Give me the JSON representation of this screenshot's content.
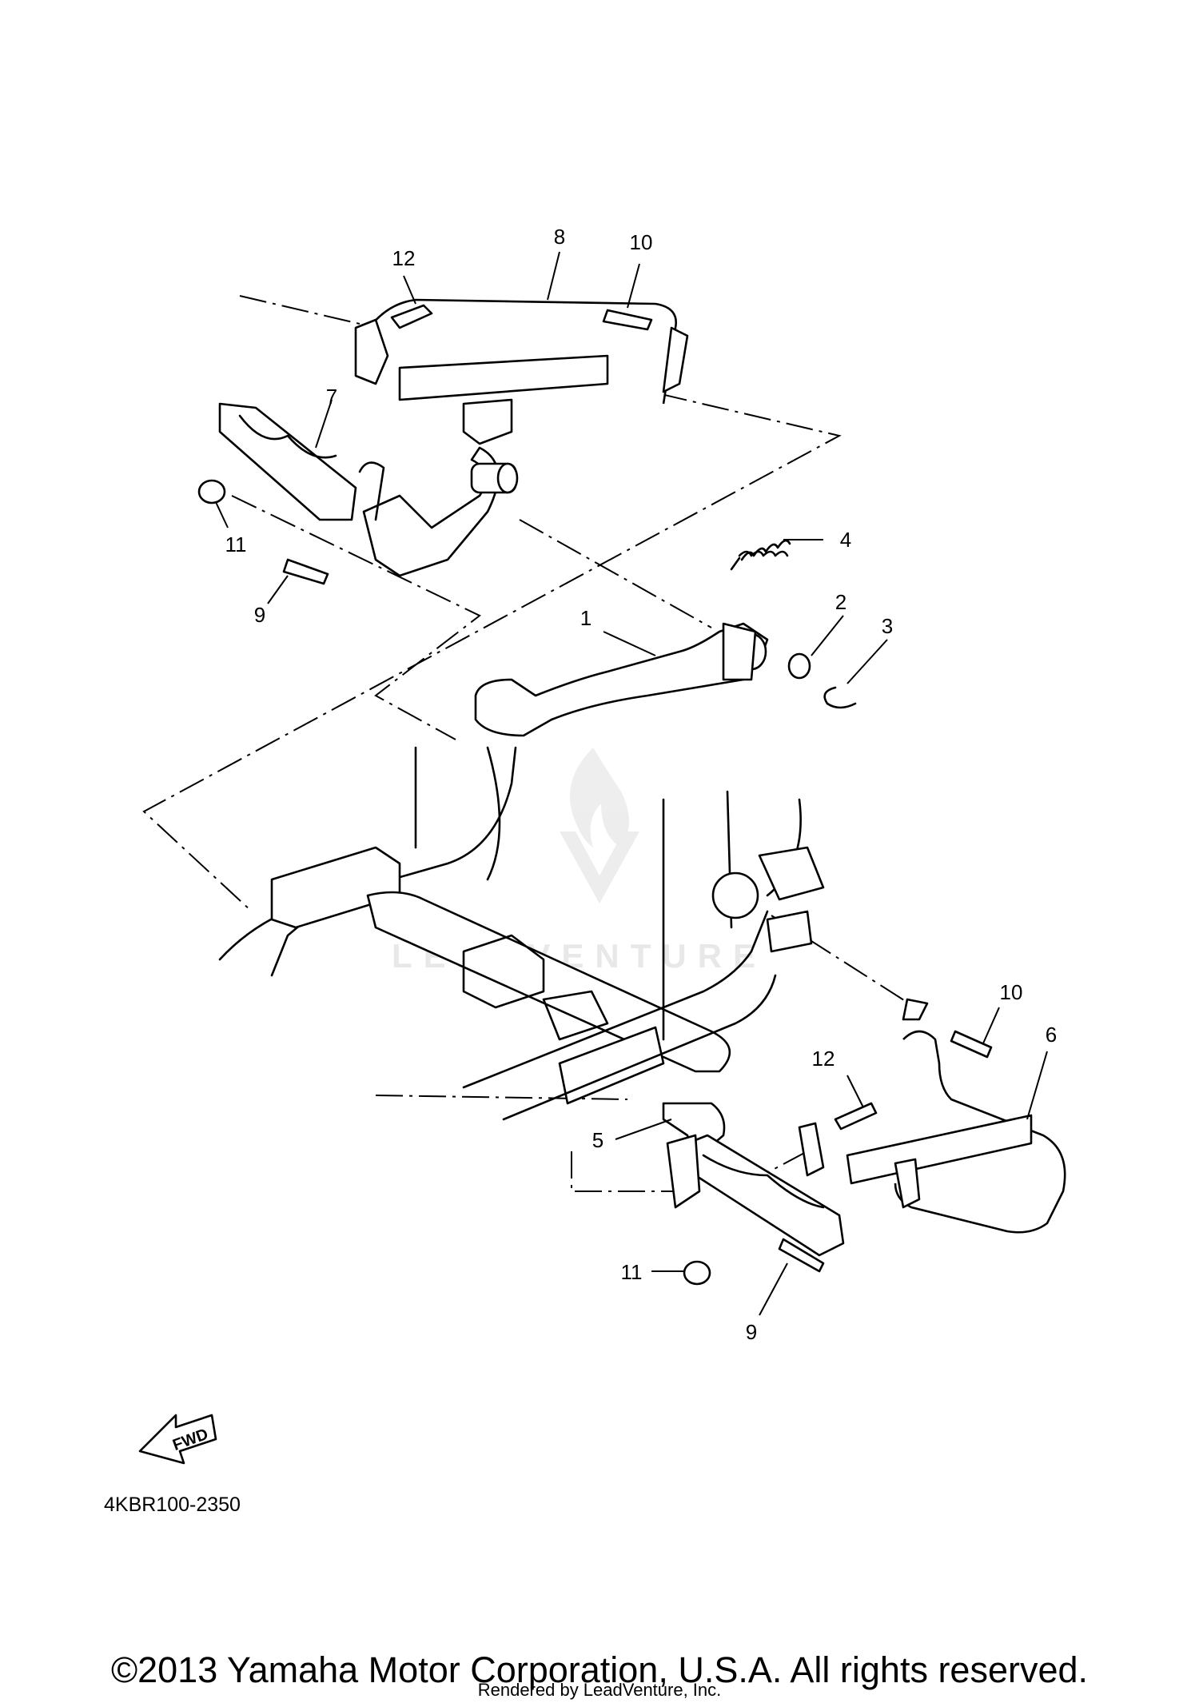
{
  "diagram": {
    "callouts": [
      {
        "id": "c1",
        "label": "1"
      },
      {
        "id": "c2",
        "label": "2"
      },
      {
        "id": "c3",
        "label": "3"
      },
      {
        "id": "c4",
        "label": "4"
      },
      {
        "id": "c5",
        "label": "5"
      },
      {
        "id": "c6",
        "label": "6"
      },
      {
        "id": "c7",
        "label": "7"
      },
      {
        "id": "c8",
        "label": "8"
      },
      {
        "id": "c9a",
        "label": "9"
      },
      {
        "id": "c9b",
        "label": "9"
      },
      {
        "id": "c10a",
        "label": "10"
      },
      {
        "id": "c10b",
        "label": "10"
      },
      {
        "id": "c11a",
        "label": "11"
      },
      {
        "id": "c11b",
        "label": "11"
      },
      {
        "id": "c12a",
        "label": "12"
      },
      {
        "id": "c12b",
        "label": "12"
      }
    ],
    "fwd_label": "FWD",
    "watermark": "LEADVENTURE",
    "diagram_code": "4KBR100-2350"
  },
  "footer": {
    "copyright": "©2013 Yamaha Motor Corporation, U.S.A. All rights reserved.",
    "rendered_by": "Rendered by LeadVenture, Inc."
  }
}
